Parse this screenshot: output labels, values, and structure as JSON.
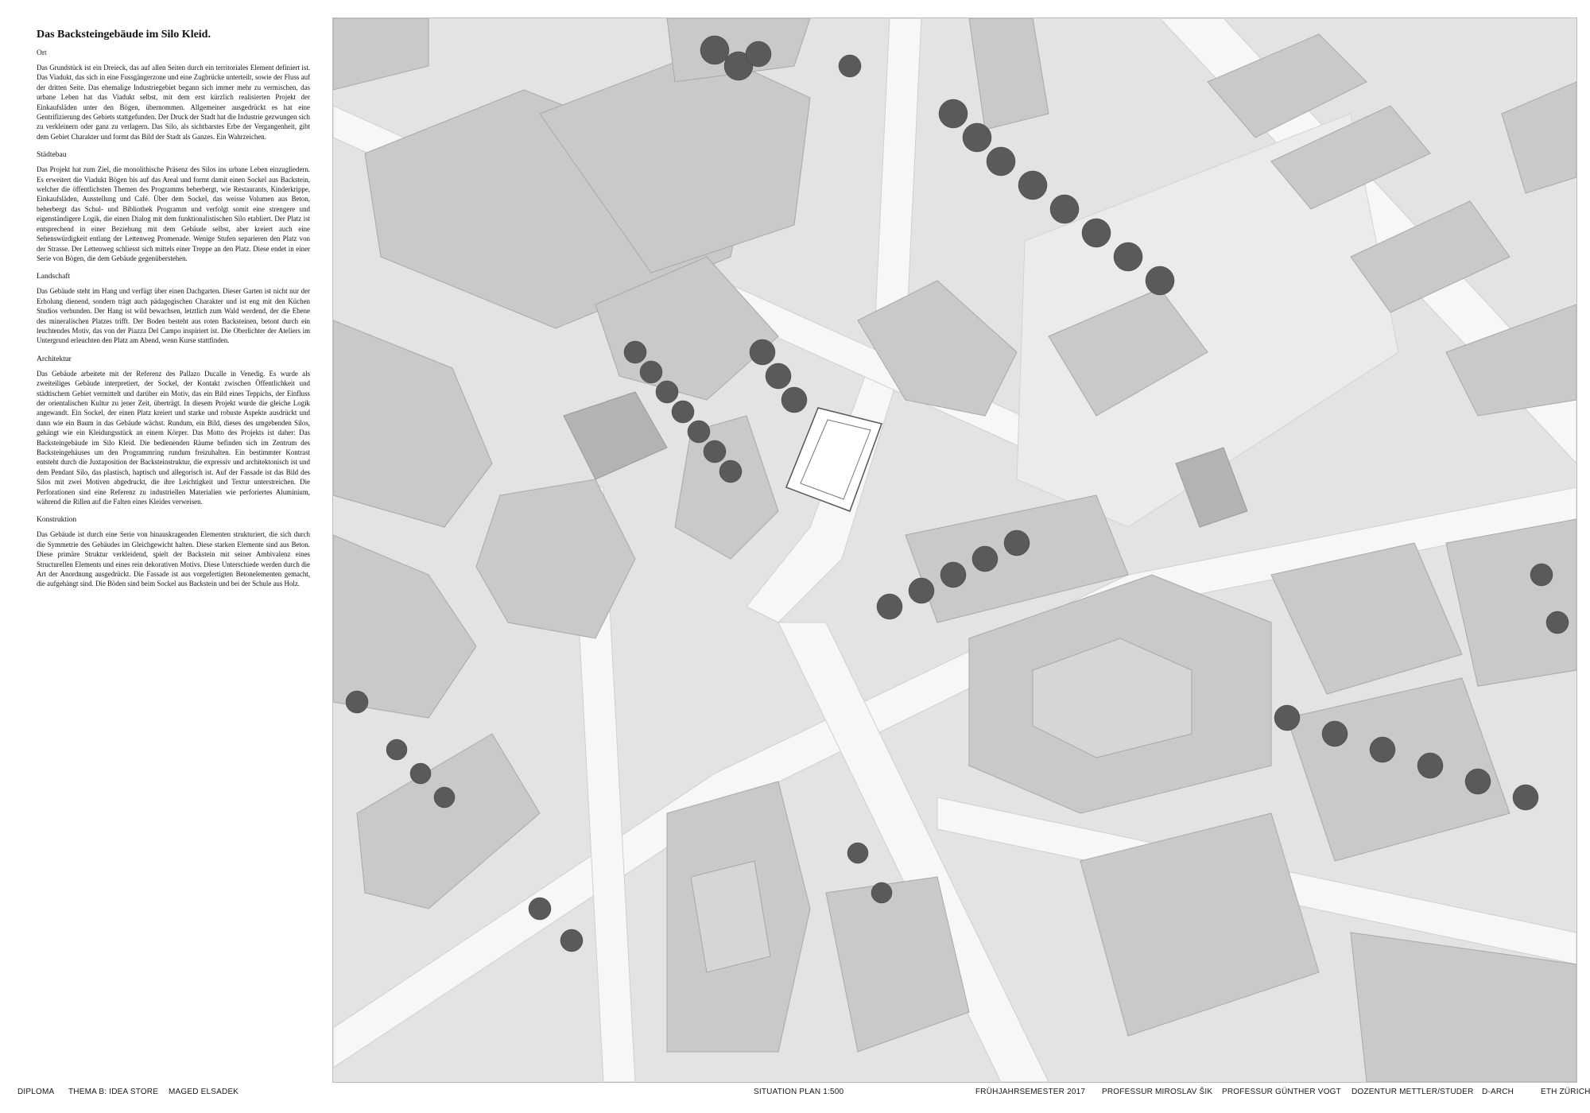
{
  "document": {
    "title": "Das Backsteingebäude im Silo Kleid.",
    "sections": [
      {
        "heading": "Ort",
        "body": "Das Grundstück ist ein Dreieck, das auf allen Seiten durch ein territoriales Element definiert ist. Das Viadukt, das sich in eine Fussgängerzone und eine Zugbrücke unterteilt, sowie der Fluss auf der dritten Seite. Das ehemalige Industriegebiet begann sich immer mehr zu vermischen, das urbane Leben hat das Viadukt selbst, mit dem erst kürzlich realisierten Projekt der Einkaufsläden unter den Bögen, übernommen. Allgemeiner ausgedrückt es hat eine Gentrifizierung des Gebiets stattgefunden. Der Druck der Stadt hat die Industrie gezwungen sich zu verkleinern oder ganz zu verlagern. Das Silo, als sichtbarstes Erbe der Vergangenheit, gibt dem Gebiet Charakter und formt das Bild der Stadt als Ganzes. Ein Wahrzeichen."
      },
      {
        "heading": "Städtebau",
        "body": "Das Projekt hat zum Ziel, die monolithische Präsenz des Silos ins urbane Leben einzugliedern. Es erweitert die Viadukt Bögen bis auf das Areal und formt damit einen Sockel aus Backstein, welcher die öffentlichsten Themen des Programms beherbergt, wie Restaurants, Kinderkrippe, Einkaufsläden, Ausstellung und Café. Über dem Sockel, das weisse Volumen aus Beton, beherbergt das Schul- und Bibliothek Programm und verfolgt somit eine strengere und eigenständigere Logik, die einen Dialog mit dem funktionalistischen Silo etabliert. Der Platz ist entsprechend in einer Beziehung mit dem Gebäude selbst, aber kreiert auch eine Sehenswürdigkeit entlang der Lettenweg Promenade. Wenige Stufen separieren den Platz von der Strasse. Der Lettenweg schliesst sich mittels einer Treppe an den Platz. Diese endet in einer Serie von Bögen, die dem Gebäude gegenüberstehen."
      },
      {
        "heading": "Landschaft",
        "body": "Das Gebäude steht im Hang und verfügt über einen Dachgarten. Dieser Garten ist nicht nur der Erholung dienend, sondern trägt auch pädagogischen Charakter und ist eng mit den Küchen Studios verbunden. Der Hang ist wild bewachsen, letztlich zum Wald werdend, der die Ebene des mineralischen Platzes trifft. Der Boden besteht aus roten Backsteinen, betont durch ein leuchtendes Motiv, das von der Piazza Del Campo inspiriert ist. Die Oberlichter der Ateliers im Untergrund erleuchten den Platz am Abend, wenn Kurse stattfinden."
      },
      {
        "heading": "Architektur",
        "body": "Das Gebäude arbeitete mit der Referenz des Pallazo Ducalle in Venedig. Es wurde als zweiteiliges Gebäude interpretiert, der Sockel, der Kontakt zwischen Öffentlichkeit und städtischem Gebiet vermittelt und darüber ein Motiv, das ein Bild eines Teppichs, der Einfluss der orientalischen Kultur zu jener Zeit, überträgt. In diesem Projekt wurde die gleiche Logik angewandt. Ein Sockel, der einen Platz kreiert und starke und robuste Aspekte ausdrückt und dann wie ein Baum in das Gebäude wächst. Rundum, ein Bild, dieses des umgebenden Silos, gehängt wie ein Kleidungsstück an einem Körper. Das Motto des Projekts ist daher: Das Backsteingebäude im Silo Kleid. Die bedienenden Räume befinden sich im Zentrum des Backsteingehäuses um den Programmring rundum freizuhalten. Ein bestimmter Kontrast entsteht durch die Juxtaposition der Backsteinstruktur, die expressiv und architektonisch ist und dem Pendant Silo, das plastisch, haptisch und allegorisch ist. Auf der Fassade ist das Bild des Silos mit zwei Motiven abgedruckt, die ihre Leichtigkeit und Textur unterstreichen. Die Perforationen sind eine Referenz zu industriellen Materialien wie perforiertes Aluminium, während die Rillen auf die Falten eines Kleides verweisen."
      },
      {
        "heading": "Konstruktion",
        "body": "Das Gebäude ist durch eine Serie von hinauskragenden Elementen strukturiert, die sich durch die Symmetrie des Gebäudes im Gleichgewicht halten. Diese starken Elemente sind aus Beton. Diese primäre Struktur verkleidend, spielt der Backstein mit seiner Ambivalenz eines Structurellen Elements und eines rein dekorativen Motivs. Diese Unterschiede werden durch die Art der Anordnung ausgedrückt. Die Fassade ist aus vorgefertigten Betonelementen gemacht, die aufgehängt sind. Die Böden sind beim Sockel aus Backstein und bei der Schule aus Holz."
      }
    ]
  },
  "footer": {
    "diploma": "DIPLOMA",
    "theme": "THEMA B: IDEA STORE",
    "author": "MAGED ELSADEK",
    "plan_label": "SITUATION PLAN 1:500",
    "semester": "FRÜHJAHRSEMESTER 2017",
    "professor_1": "PROFESSUR MIROSLAV ŠIK",
    "professor_2": "PROFESSUR GÜNTHER VOGT",
    "lecturers": "DOZENTUR METTLER/STUDER",
    "department": "D-ARCH",
    "school": "ETH ZÜRICH"
  },
  "colors": {
    "ground": "#e3e3e3",
    "street": "#f7f7f7",
    "building": "#c9c9c9",
    "building_dark": "#b3b3b3",
    "courtyard": "#d6d6d6",
    "tree": "#5a5a5a",
    "project_building": "#ffffff"
  },
  "icons": [
    "tree-canopy-icon"
  ]
}
